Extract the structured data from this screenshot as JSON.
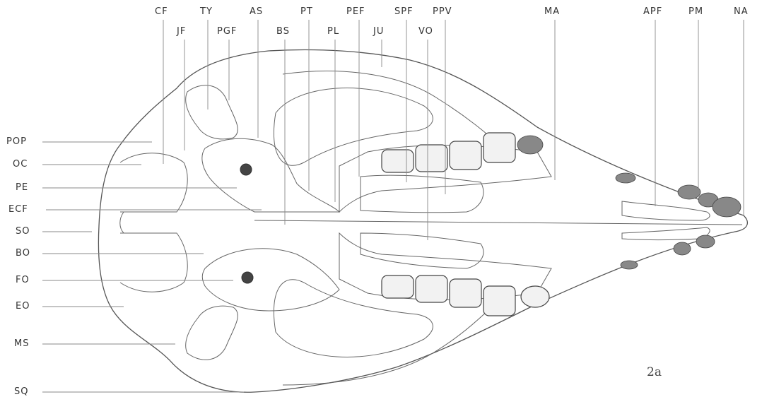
{
  "figure_label": "2a",
  "labels": {
    "top_row1": [
      "CF",
      "TY",
      "AS",
      "PT",
      "PEF",
      "SPF",
      "PPV",
      "MA",
      "APF",
      "PM",
      "NA"
    ],
    "top_row2": [
      "JF",
      "PGF",
      "BS",
      "PL",
      "JU",
      "VO"
    ],
    "left": [
      "POP",
      "OC",
      "PE",
      "ECF",
      "SO",
      "BO",
      "FO",
      "EO",
      "MS",
      "SQ"
    ]
  }
}
